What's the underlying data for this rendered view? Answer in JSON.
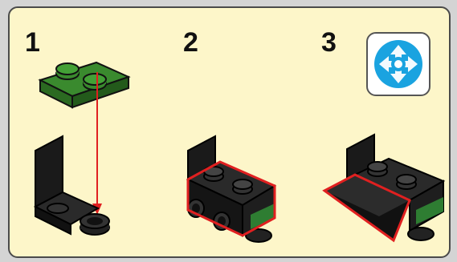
{
  "steps": [
    {
      "number": "1"
    },
    {
      "number": "2"
    },
    {
      "number": "3"
    }
  ],
  "badge": {
    "icon": "lego-mixels-logo-icon"
  },
  "colors": {
    "background": "#fdf6c9",
    "brick_black": "#111111",
    "brick_green": "#2e7d32",
    "highlight_red": "#e02020",
    "badge_blue": "#1aa3e0"
  }
}
